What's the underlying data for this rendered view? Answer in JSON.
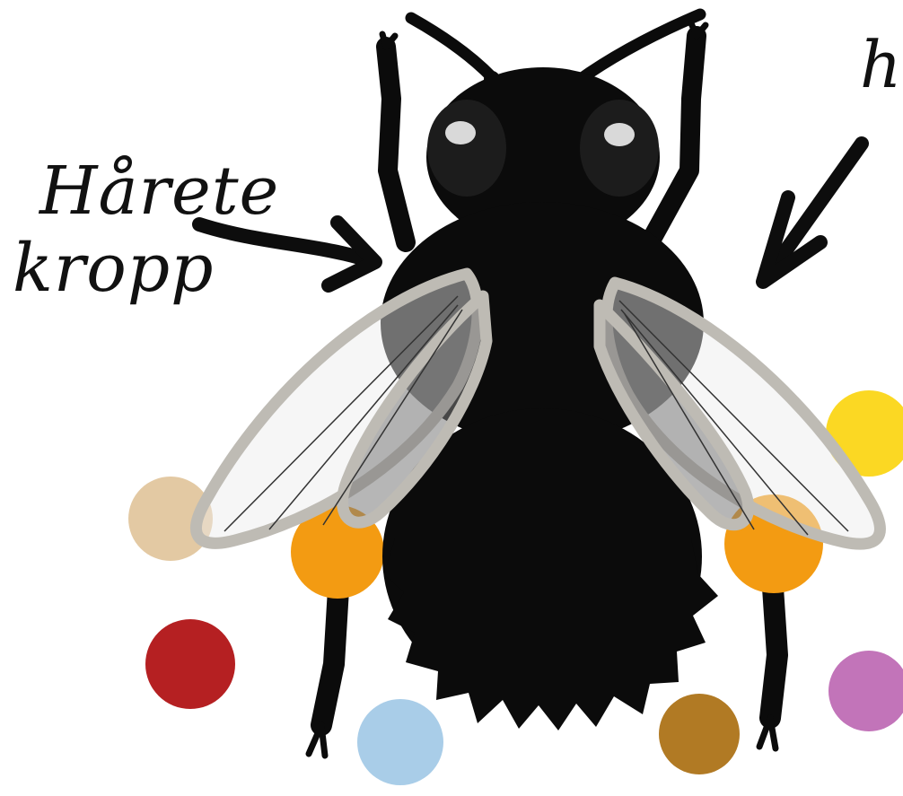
{
  "labels": {
    "left_line1": "Hårete",
    "left_line2": "kropp",
    "right_partial": "h"
  },
  "colors": {
    "background": "#ffffff",
    "insect": "#0b0b0b",
    "wing_outline": "#bebbb4",
    "wing_fill": "#8a8a8a",
    "arrow": "#0d0d0d"
  },
  "color_dots": [
    {
      "name": "beige",
      "color": "#e3c9a3"
    },
    {
      "name": "orange-left",
      "color": "#f39b12"
    },
    {
      "name": "orange-right",
      "color": "#f39b12"
    },
    {
      "name": "dark-red",
      "color": "#b52022"
    },
    {
      "name": "light-blue",
      "color": "#a9cde8"
    },
    {
      "name": "brown",
      "color": "#b17a24"
    },
    {
      "name": "yellow",
      "color": "#fbd823"
    },
    {
      "name": "purple",
      "color": "#c274b9"
    }
  ]
}
